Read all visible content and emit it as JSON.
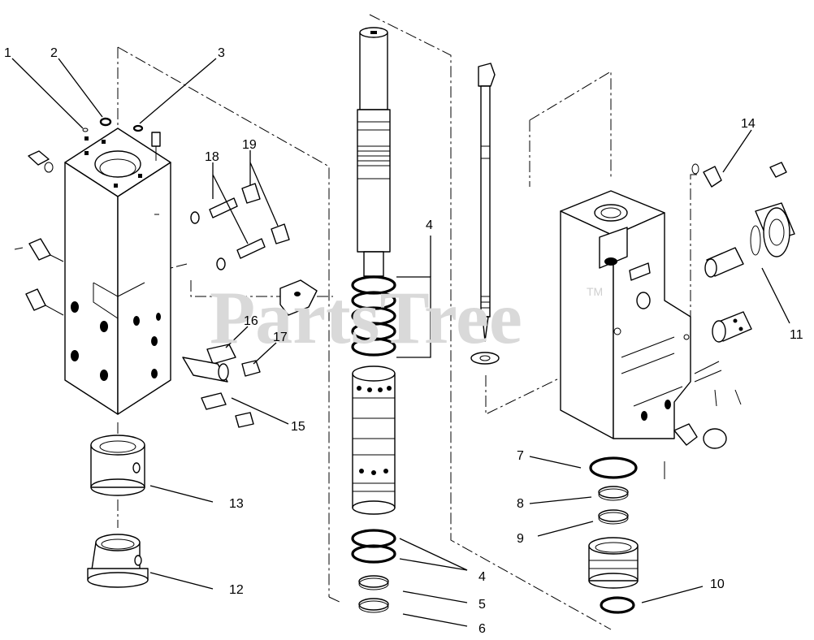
{
  "watermark": {
    "text": "PartsTree",
    "mark": "TM"
  },
  "callouts": [
    {
      "id": "c1",
      "label": "1"
    },
    {
      "id": "c2",
      "label": "2"
    },
    {
      "id": "c3",
      "label": "3"
    },
    {
      "id": "c4a",
      "label": "4"
    },
    {
      "id": "c4b",
      "label": "4"
    },
    {
      "id": "c5",
      "label": "5"
    },
    {
      "id": "c6",
      "label": "6"
    },
    {
      "id": "c7",
      "label": "7"
    },
    {
      "id": "c8",
      "label": "8"
    },
    {
      "id": "c9",
      "label": "9"
    },
    {
      "id": "c10",
      "label": "10"
    },
    {
      "id": "c11",
      "label": "11"
    },
    {
      "id": "c12",
      "label": "12"
    },
    {
      "id": "c13",
      "label": "13"
    },
    {
      "id": "c14",
      "label": "14"
    },
    {
      "id": "c15",
      "label": "15"
    },
    {
      "id": "c16",
      "label": "16"
    },
    {
      "id": "c17",
      "label": "17"
    },
    {
      "id": "c18",
      "label": "18"
    },
    {
      "id": "c19",
      "label": "19"
    }
  ]
}
